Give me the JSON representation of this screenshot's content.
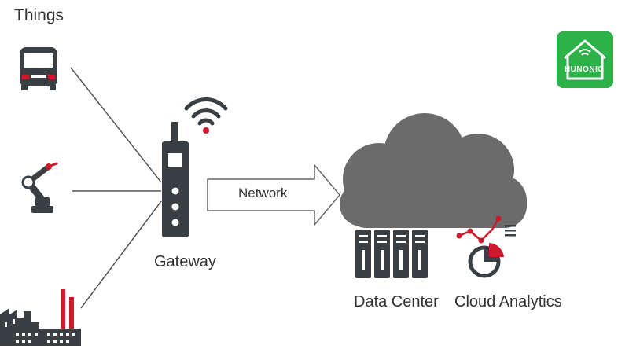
{
  "diagram": {
    "things_title": "Things",
    "gateway_label": "Gateway",
    "network_label": "Network",
    "datacenter_label": "Data Center",
    "analytics_label": "Cloud Analytics"
  },
  "logo": {
    "text": "HUNONIC",
    "color": "#2db24a"
  },
  "colors": {
    "icon_dark": "#3a3f44",
    "accent_red": "#d0182b",
    "cloud_gray": "#6b6b6b",
    "line_gray": "#555555"
  },
  "icons": [
    "bus-icon",
    "robot-arm-icon",
    "factory-icon",
    "wifi-icon",
    "gateway-device-icon",
    "network-arrow-icon",
    "cloud-icon",
    "server-rack-icon",
    "analytics-chart-icon",
    "house-wifi-icon"
  ]
}
